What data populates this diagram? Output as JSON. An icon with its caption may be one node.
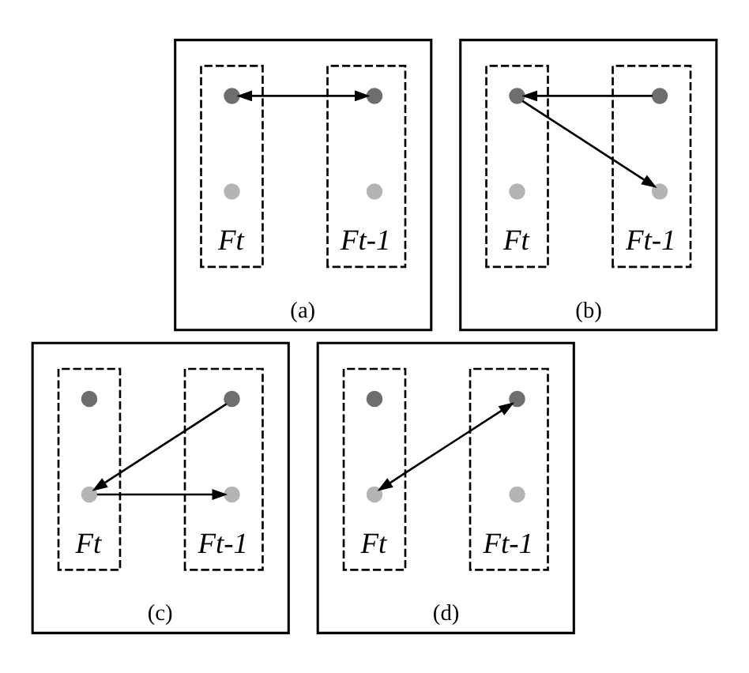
{
  "diagram": {
    "nodes": [
      {
        "text": [
          "(a)"
        ]
      },
      {
        "text": [
          "Ft-1"
        ],
        "in": 0
      },
      {
        "text": [],
        "shape": "circle",
        "in": 1
      },
      {
        "text": [],
        "shape": "circle",
        "in": 1
      },
      {
        "text": [
          "Ft"
        ],
        "in": 0
      },
      {
        "text": [],
        "shape": "circle",
        "in": 4
      },
      {
        "text": [],
        "shape": "circle",
        "in": 4
      },
      {
        "text": [
          "(b)"
        ]
      },
      {
        "text": [
          "Ft-1"
        ],
        "in": 7
      },
      {
        "text": [],
        "shape": "circle",
        "in": 8
      },
      {
        "text": [],
        "shape": "circle",
        "in": 8
      },
      {
        "text": [
          "Ft"
        ],
        "in": 7
      },
      {
        "text": [],
        "shape": "circle",
        "in": 11
      },
      {
        "text": [],
        "shape": "circle",
        "in": 11
      },
      {
        "text": [
          "(c)"
        ]
      },
      {
        "text": [
          "Ft-1"
        ],
        "in": 14
      },
      {
        "text": [],
        "shape": "circle",
        "in": 15
      },
      {
        "text": [],
        "shape": "circle",
        "in": 15
      },
      {
        "text": [
          "Ft"
        ],
        "in": 14
      },
      {
        "text": [],
        "shape": "circle",
        "in": 18
      },
      {
        "text": [],
        "shape": "circle",
        "in": 18
      },
      {
        "text": [
          "(d)"
        ]
      },
      {
        "text": [
          "Ft-1"
        ],
        "in": 21
      },
      {
        "text": [],
        "shape": "circle",
        "in": 22
      },
      {
        "text": [],
        "shape": "circle",
        "in": 22
      },
      {
        "text": [
          "Ft"
        ],
        "in": 21
      },
      {
        "text": [],
        "shape": "circle",
        "in": 25
      },
      {
        "text": [],
        "shape": "circle",
        "in": 25
      }
    ],
    "edges": [
      {
        "from": 2,
        "to": 5,
        "arrow": "both"
      },
      {
        "from": 9,
        "to": 12,
        "arrow": "to"
      },
      {
        "from": 12,
        "to": 10,
        "arrow": "to"
      },
      {
        "from": 16,
        "to": 20,
        "arrow": "to"
      },
      {
        "from": 20,
        "to": 17,
        "arrow": "to"
      },
      {
        "from": 23,
        "to": 27,
        "arrow": "both"
      }
    ]
  }
}
